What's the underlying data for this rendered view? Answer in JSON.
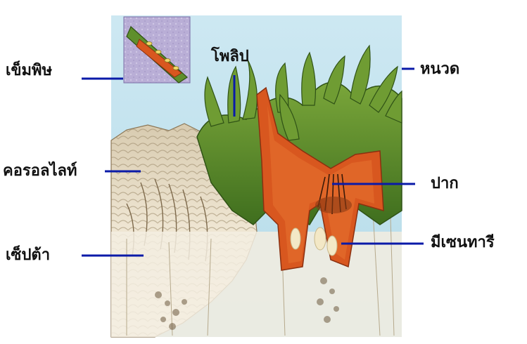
{
  "labels": {
    "nematocyst": "เข็มพิษ",
    "polyp": "โพลิป",
    "tentacle": "หนวด",
    "corallite": "คอรอลไลท์",
    "mouth": "ปาก",
    "septa": "เซ็ปต้า",
    "mesentery": "มีเซนทารี"
  },
  "colors": {
    "sky": "#bfe1ee",
    "coral_skeleton": "#efe6d3",
    "polyp_green": "#5f8f2c",
    "tissue_orange": "#d8571f",
    "leader_line": "#0a1aa8",
    "inset_bg": "#b9aed6"
  }
}
